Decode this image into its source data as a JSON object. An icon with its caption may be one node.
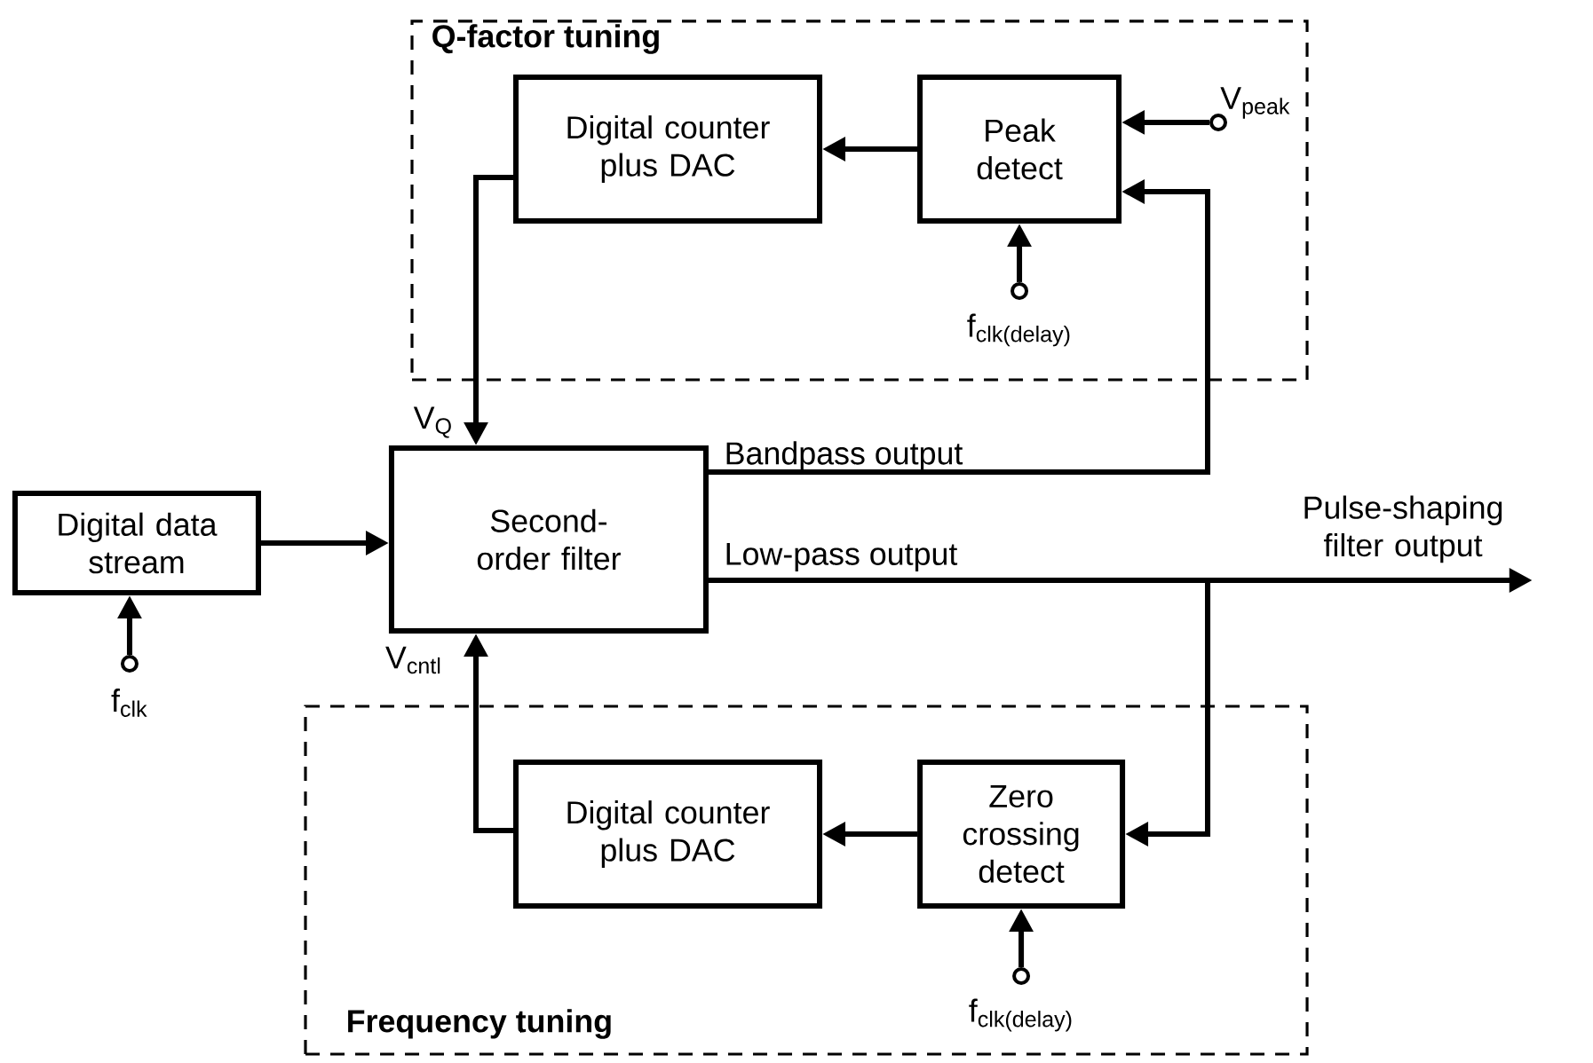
{
  "diagram": {
    "nodes": [
      {
        "text": [
          "Q-factor tuning"
        ]
      },
      {
        "text": [
          "Digital counter plus DAC"
        ],
        "in": 0
      },
      {
        "text": [
          "Peak detect"
        ],
        "in": 0
      },
      {
        "text": [],
        "shape": "circle",
        "beside": [
          "V$_{peak}$"
        ],
        "in": 0
      },
      {
        "text": [],
        "shape": "circle",
        "beside": [
          "f$_{clk(delay)}$"
        ],
        "in": 0
      },
      {
        "text": [
          "Second-order filter"
        ]
      },
      {
        "text": [
          "Digital data stream"
        ]
      },
      {
        "text": [],
        "shape": "circle",
        "beside": [
          "f$_{clk}$"
        ]
      },
      {
        "text": [
          "Frequency tuning"
        ]
      },
      {
        "text": [
          "Digital counter plus DAC"
        ],
        "in": 8
      },
      {
        "text": [
          "Zero crossing detect"
        ],
        "in": 8
      },
      {
        "text": [],
        "shape": "circle",
        "beside": [
          "f$_{clk(delay)}$"
        ],
        "in": 8
      },
      {
        "text": [
          "Pulse-shaping filter output"
        ]
      }
    ],
    "edges": [
      {
        "from": 2,
        "to": 1,
        "arrow": "to"
      },
      {
        "from": 3,
        "to": 2,
        "arrow": "to"
      },
      {
        "from": 4,
        "to": 2,
        "arrow": "to"
      },
      {
        "from": 1,
        "to": 5,
        "arrow": "to",
        "label": "V$_{Q}$"
      },
      {
        "from": 5,
        "to": 2,
        "arrow": "to",
        "label": "Bandpass output"
      },
      {
        "from": 5,
        "to": 12,
        "arrow": "to",
        "label": "Low-pass output"
      },
      {
        "from": 5,
        "to": 10,
        "arrow": "to"
      },
      {
        "from": 6,
        "to": 5,
        "arrow": "to"
      },
      {
        "from": 7,
        "to": 6,
        "arrow": "to"
      },
      {
        "from": 9,
        "to": 5,
        "arrow": "to",
        "label": "V$_{cntl}$"
      },
      {
        "from": 10,
        "to": 9,
        "arrow": "to"
      },
      {
        "from": 11,
        "to": 10,
        "arrow": "to"
      }
    ]
  }
}
